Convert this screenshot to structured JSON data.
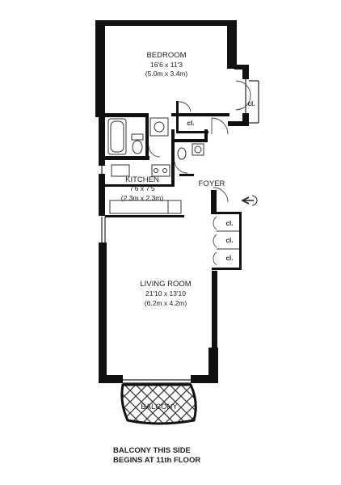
{
  "rooms": {
    "bedroom": {
      "name": "BEDROOM",
      "dim_imperial": "16'6 x 11'3",
      "dim_metric": "(5.0m x 3.4m)"
    },
    "kitchen": {
      "name": "KITCHEN",
      "dim_imperial": "7'6 x 7'5",
      "dim_metric": "(2.3m x 2.3m)"
    },
    "foyer": {
      "name": "FOYER"
    },
    "living_room": {
      "name": "LIVING ROOM",
      "dim_imperial": "21'10 x 13'10",
      "dim_metric": "(6.2m x 4.2m)"
    },
    "balcony": {
      "name": "BALCONY"
    }
  },
  "closets": {
    "bedroom_closet_east": "cl.",
    "bedroom_closet_inner": "cl.",
    "living_closet_1": "cl.",
    "living_closet_2": "cl.",
    "living_closet_3": "cl."
  },
  "notes": {
    "line1": "BALCONY THIS SIDE",
    "line2": "BEGINS AT 11th FLOOR"
  },
  "colors": {
    "wall": "#111111",
    "line": "#222222",
    "background": "#ffffff"
  }
}
